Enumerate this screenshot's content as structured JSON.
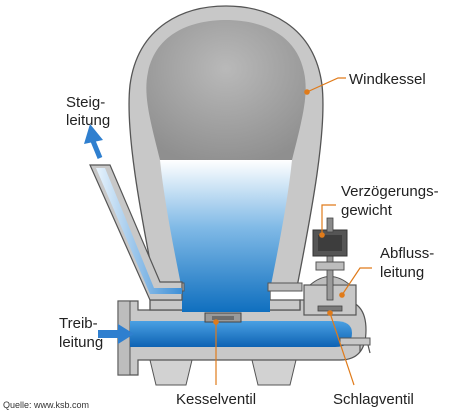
{
  "labels": {
    "windkessel": "Windkessel",
    "steig_line1": "Steig-",
    "steig_line2": "leitung",
    "verz_line1": "Verzögerungs-",
    "verz_line2": "gewicht",
    "abfluss_line1": "Abfluss-",
    "abfluss_line2": "leitung",
    "treib_line1": "Treib-",
    "treib_line2": "leitung",
    "kesselventil": "Kesselventil",
    "schlagventil": "Schlagventil"
  },
  "source": "Quelle: www.ksb.com",
  "colors": {
    "housing": "#c8c8c8",
    "housing_stroke": "#555555",
    "air": "#a9a9a9",
    "water_light": "#ffffff",
    "water_dark": "#0f6fbf",
    "accent": "#e07b1a",
    "arrow": "#2f7fcf"
  },
  "icons": {
    "flow_in": "arrow-right-icon",
    "flow_up": "arrow-up-icon"
  }
}
